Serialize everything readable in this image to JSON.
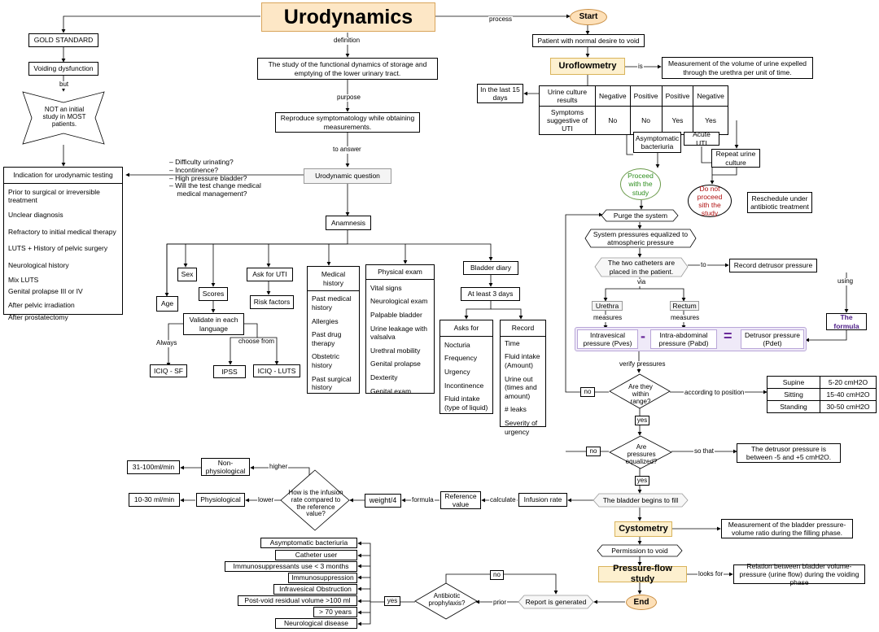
{
  "title": "Urodynamics",
  "left": {
    "gold": "GOLD STANDARD",
    "voiding": "Voiding dysfunction",
    "but": "but",
    "not_initial": "NOT an initial study in MOST patients.",
    "indication_header": "Indication for urodynamic testing",
    "indications": [
      "Prior to surgical or irreversible treatment",
      "Unclear diagnosis",
      "Refractory to initial medical therapy",
      "LUTS + History of pelvic surgery",
      "Neurological history",
      "Mix LUTS",
      "Genital prolapse III or IV",
      "After pelvic irradiation",
      "After prostatectomy"
    ]
  },
  "center": {
    "definition_label": "definition",
    "definition": "The study of the functional dynamics of storage and emptying of the lower urinary tract.",
    "purpose_label": "purpose",
    "purpose": "Reproduce symptomatology while obtaining measurements.",
    "to_answer": "to answer",
    "questions": [
      "– Difficulty urinating?",
      "– Incontinence?",
      "– High pressure bladder?",
      "– Will the test change medical",
      "    medical management?"
    ],
    "urodynamic_question": "Urodynamic question",
    "anamnesis": "Anamnesis",
    "age": "Age",
    "sex": "Sex",
    "scores": "Scores",
    "validate": "Validate in each language",
    "always": "Always",
    "choose_from": "choose from",
    "iciq_sf": "ICIQ - SF",
    "ipss": "IPSS",
    "iciq_luts": "ICIQ - LUTS",
    "ask_uti": "Ask for UTI",
    "risk": "Risk factors",
    "medical_header": "Medical history",
    "medical": [
      "Past medical history",
      "Allergies",
      "Past drug therapy",
      "Obstetric history",
      "Past surgical history"
    ],
    "exam_header": "Physical exam",
    "exam": [
      "Vital signs",
      "Neurological exam",
      "Palpable bladder",
      "Urine leakage with valsalva",
      "Urethral mobility",
      "Genital prolapse",
      "Dexterity",
      "Genital exam"
    ],
    "bladder_diary": "Bladder diary",
    "at_least": "At least 3 days",
    "asks_header": "Asks for",
    "asks": [
      "Nocturia",
      "Frequency",
      "Urgency",
      "Incontinence",
      "Fluid intake (type of liquid)"
    ],
    "record_header": "Record",
    "record": [
      "Time",
      "Fluid intake (Amount)",
      "Urine out (times and amount)",
      "# leaks",
      "Severity of urgency"
    ]
  },
  "right": {
    "process": "process",
    "start": "Start",
    "patient": "Patient with normal desire to void",
    "uroflowmetry": "Uroflowmetry",
    "is": "is",
    "uroflow_def": "Measurement of the volume of urine expelled through the urethra per unit of time.",
    "last15": "In the last 15 days",
    "table": {
      "r1": [
        "Urine culture results",
        "Negative",
        "Positive",
        "Positive",
        "Negative"
      ],
      "r2": [
        "Symptoms suggestive of UTI",
        "No",
        "No",
        "Yes",
        "Yes"
      ]
    },
    "asymptomatic": "Asymptomatic bacteriuria",
    "acute": "Acute UTI",
    "repeat": "Repeat urine culture",
    "proceed": "Proceed with the study",
    "not_proceed": "Do not proceed sith the study",
    "reschedule": "Reschedule under antibiotic treatment",
    "purge": "Purge the system",
    "equalized": "System pressures equalized to atmospheric pressure",
    "catheters": "The two catheters are placed in the patient.",
    "to": "to",
    "record_detrusor": "Record detrusor pressure",
    "using": "using",
    "formula": "The formula",
    "via": "via",
    "urethra": "Urethra",
    "rectum": "Rectum",
    "measures": "measures",
    "pves": "Intravesical pressure (Pves)",
    "minus": "-",
    "pabd": "Intra-abdominal pressure (Pabd)",
    "equals": "=",
    "pdet": "Detrusor pressure (Pdet)",
    "verify": "verify pressures",
    "within_range": "Are they within range?",
    "according": "according to position",
    "positions": [
      [
        "Supine",
        "5-20 cmH2O"
      ],
      [
        "Sitting",
        "15-40 cmH2O"
      ],
      [
        "Standing",
        "30-50 cmH2O"
      ]
    ],
    "no": "no",
    "yes": "yes",
    "pressures_eq": "Are pressures equalized?",
    "so_that": "so that",
    "detrusor_between": "The detrusor pressure is between -5 and +5 cmH2O.",
    "begins_fill": "The bladder begins to fill",
    "infusion": "Infusion rate",
    "calculate": "calculate",
    "reference": "Reference value",
    "formula_lbl": "formula",
    "weight": "weight/4",
    "how_infusion": "How is the infusion rate compared to the reference value?",
    "higher": "higher",
    "lower": "lower",
    "non_phys": "Non-physiological",
    "phys": "Physiological",
    "r_high": "31-100ml/min",
    "r_low": "10-30 ml/min",
    "cystometry": "Cystometry",
    "cysto_def": "Measurement of the bladder pressure-volume ratio during the filling phase.",
    "permission": "Permission to void",
    "pressure_flow": "Pressure-flow study",
    "looks_for": "looks for",
    "pf_def": "Relation between bladder volume-pressure (urine flow) during the voiding phase",
    "end": "End",
    "report": "Report is generated",
    "prior": "prior",
    "antibiotic": "Antibiotic prophylaxis?",
    "risk_list": [
      "Asymptomatic bacteriuria",
      "Catheter user",
      "Immunosuppressants use < 3 months",
      "Immunosuppression",
      "Infravesical Obstruction",
      "Post-void residual volume >100 ml",
      "> 70 years",
      "Neurological disease"
    ]
  }
}
